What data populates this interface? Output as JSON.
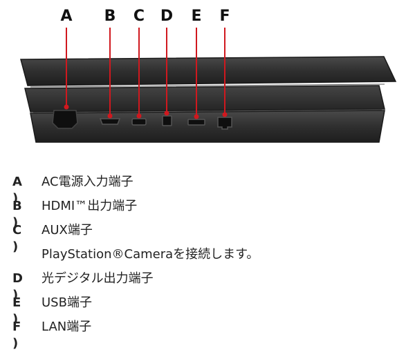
{
  "ports": [
    {
      "key": "A )",
      "letter": "A",
      "label": "AC電源入力端子",
      "connector": "ac-power"
    },
    {
      "key": "B )",
      "letter": "B",
      "label": "HDMI™出力端子",
      "connector": "hdmi"
    },
    {
      "key": "C )",
      "letter": "C",
      "label": "AUX端子",
      "connector": "aux",
      "note": "PlayStation®Cameraを接続します。"
    },
    {
      "key": "D )",
      "letter": "D",
      "label": "光デジタル出力端子",
      "connector": "optical"
    },
    {
      "key": "E )",
      "letter": "E",
      "label": "USB端子",
      "connector": "usb"
    },
    {
      "key": "F )",
      "letter": "F",
      "label": "LAN端子",
      "connector": "lan"
    }
  ],
  "colors": {
    "callout_line": "#d0181e",
    "console_body": "#2d2d2d",
    "console_edge": "#1c1c1c",
    "port_socket": "#121212"
  }
}
